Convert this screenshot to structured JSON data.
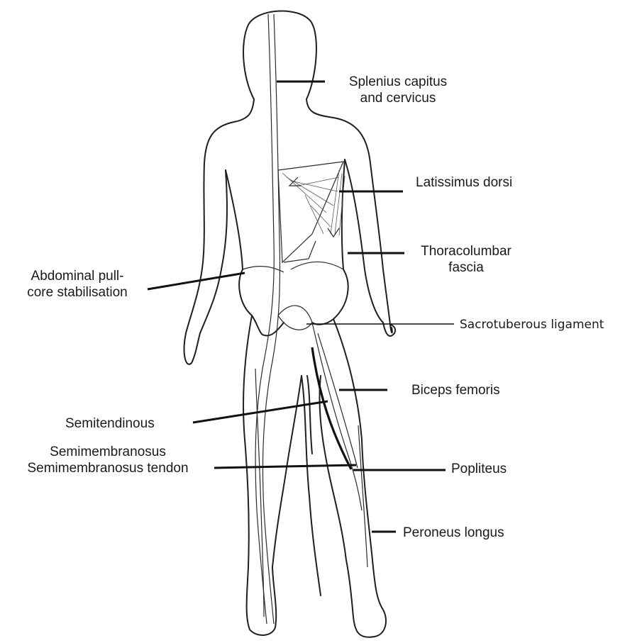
{
  "labels": {
    "splenius_1": "Splenius capitus",
    "splenius_2": "and cervicus",
    "latissimus": "Latissimus dorsi",
    "thoracolumbar_1": "Thoracolumbar",
    "thoracolumbar_2": "fascia",
    "abdominal_1": "Abdominal pull-",
    "abdominal_2": "core stabilisation",
    "sacrotuberous": "Sacrotuberous ligament",
    "biceps": "Biceps femoris",
    "semitendinous": "Semitendinous",
    "semimembranosus_1": "Semimembranosus",
    "semimembranosus_2": "Semimembranosus tendon",
    "popliteus": "Popliteus",
    "peroneus": "Peroneus longus"
  }
}
